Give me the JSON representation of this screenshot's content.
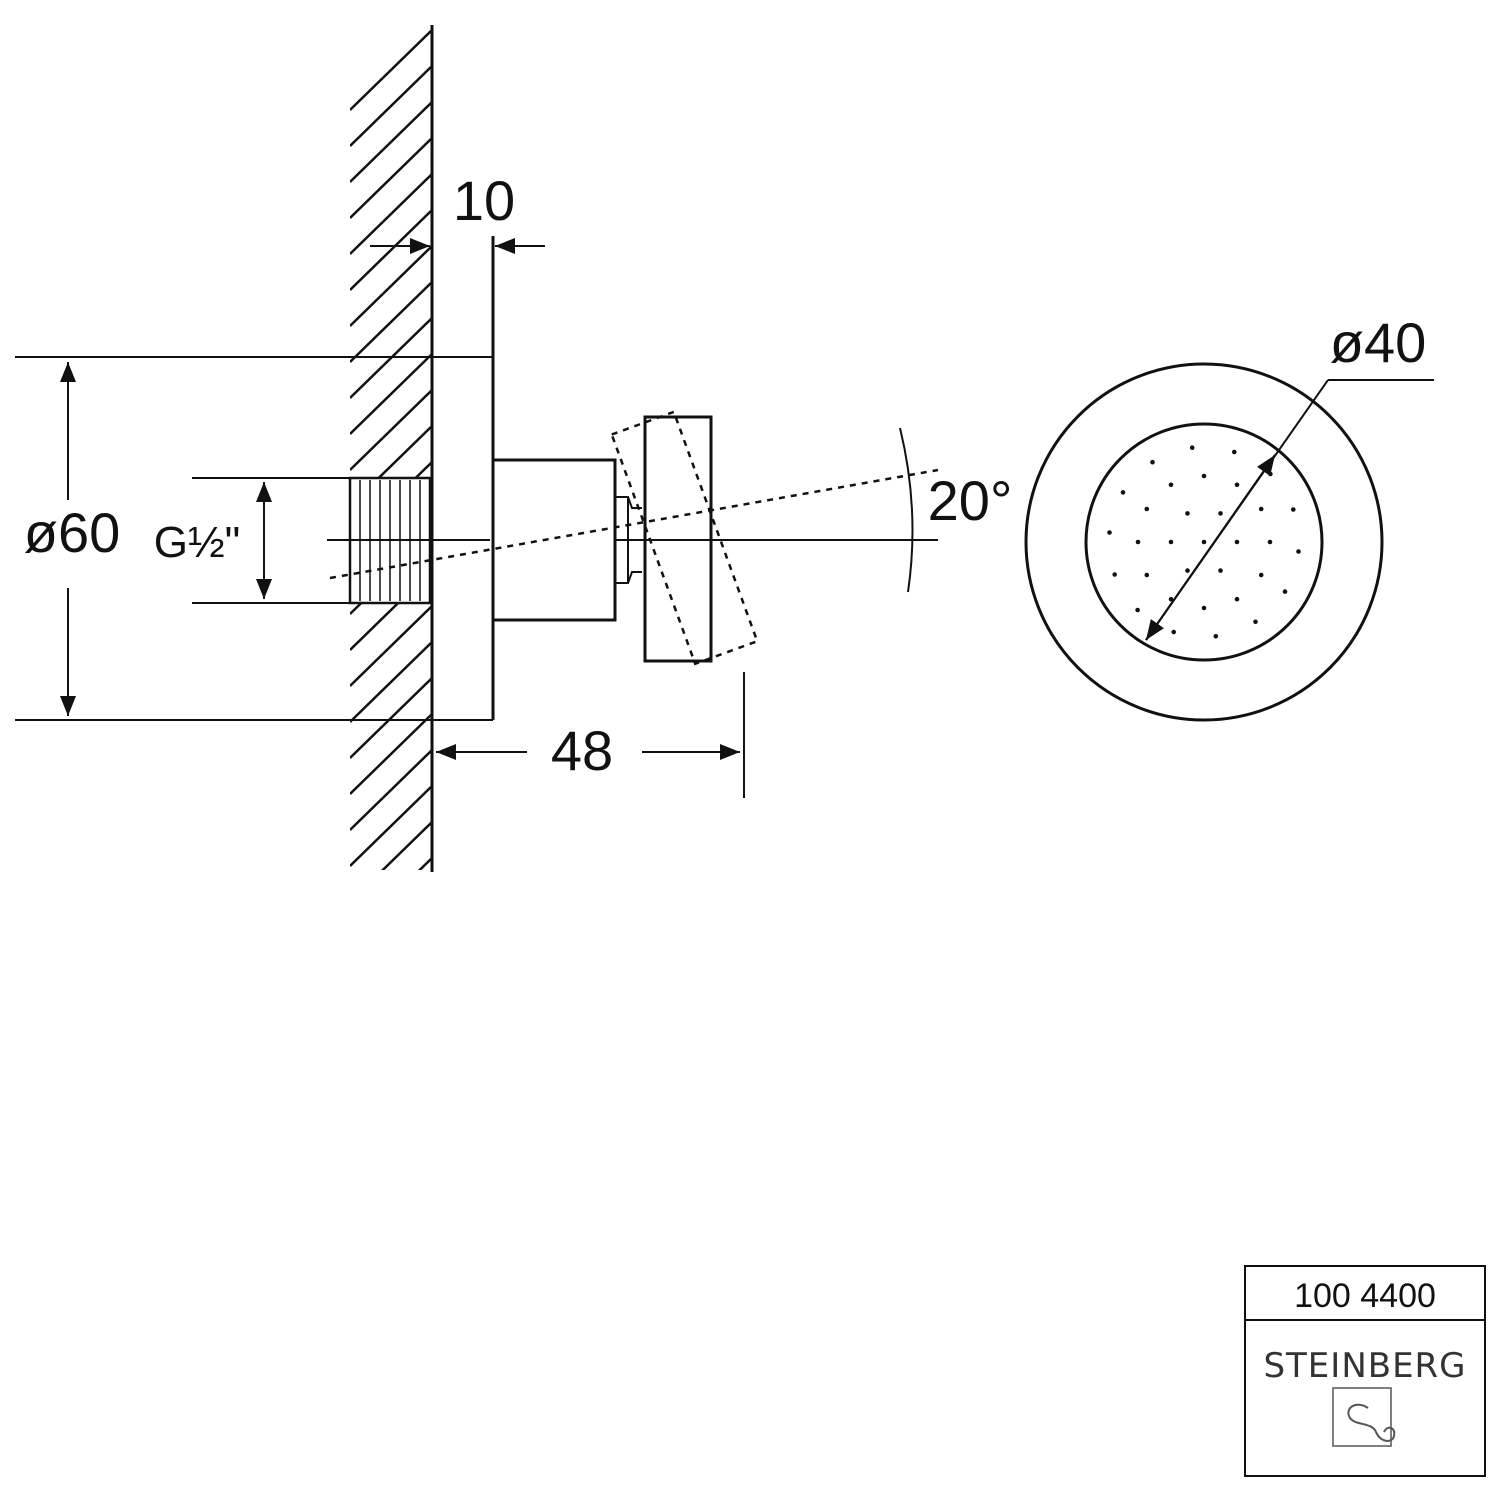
{
  "drawing": {
    "dimensions": {
      "wall_offset": "10",
      "flange_diameter": "ø60",
      "thread_size": "G½\"",
      "projection": "48",
      "tilt_angle": "20°",
      "head_diameter": "ø40"
    },
    "views": [
      "side-view",
      "front-view"
    ]
  },
  "title_block": {
    "article_number": "100 4400",
    "brand": "STEINBERG"
  },
  "colors": {
    "line": "#111111",
    "background": "#ffffff"
  }
}
